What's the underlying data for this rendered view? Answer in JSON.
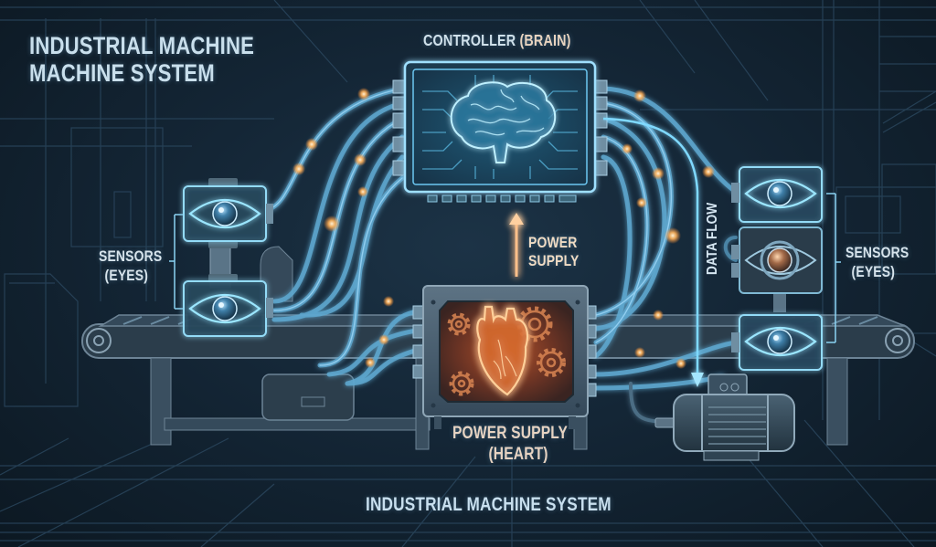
{
  "diagram": {
    "title_line1": "INDUSTRIAL MACHINE",
    "title_line2": "MACHINE SYSTEM",
    "bottom_title": "INDUSTRIAL MACHINE SYSTEM",
    "controller": {
      "label_main": "CONTROLLER",
      "label_accent": "(BRAIN)",
      "icon": "brain-icon"
    },
    "power_supply_arrow": {
      "line1": "POWER",
      "line2": "SUPPLY"
    },
    "power_supply_unit": {
      "line1": "POWER SUPPLY",
      "line2": "(HEART)",
      "icon": "heart-icon"
    },
    "sensors_left": {
      "line1": "SENSORS",
      "line2": "(EYES)",
      "count": 2
    },
    "sensors_right": {
      "line1": "SENSORS",
      "line2": "(EYES)",
      "count": 3
    },
    "data_flow_label": "DATA FLOW",
    "components": [
      "controller-brain",
      "power-supply-heart",
      "sensors-eyes-left",
      "sensors-eyes-right",
      "electric-motor",
      "conveyor-belt",
      "cable-bundles"
    ],
    "colors": {
      "background": "#13273a",
      "blueprint_line": "#2c4a62",
      "glow_blue": "#5ec8ff",
      "glow_orange": "#ff9a3c",
      "text": "#d7e6ef"
    }
  }
}
